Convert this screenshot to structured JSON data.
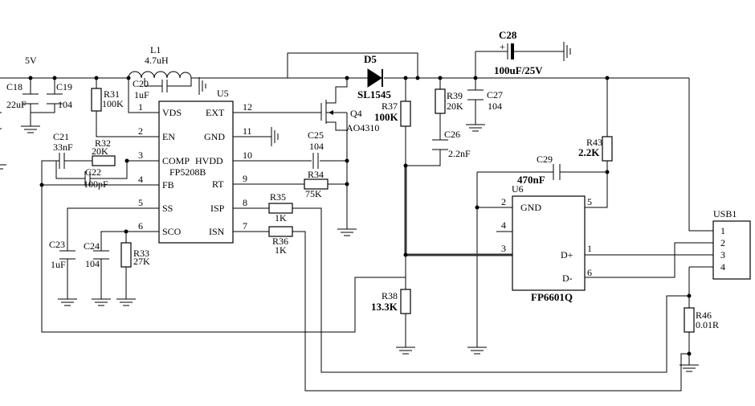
{
  "labels": {
    "v5": "5V",
    "c18": "C18",
    "c18v": "22uF",
    "c19": "C19",
    "c19v": "104",
    "l1": "L1",
    "l1v": "4.7uH",
    "c20": "C20",
    "c20v": "1uF",
    "r31": "R31",
    "r31v": "100K",
    "u5": "U5",
    "u5part": "FP5208B",
    "c21": "C21",
    "c21v": "33nF",
    "r32": "R32",
    "r32v": "20K",
    "c22": "C22",
    "c22v": "100pF",
    "c23": "C23",
    "c23v": "1uF",
    "c24": "C24",
    "c24v": "104",
    "r33": "R33",
    "r33v": "27K",
    "q4": "Q4",
    "q4part": "AO4310",
    "d5": "D5",
    "d5part": "SL1545",
    "c25": "C25",
    "c25v": "104",
    "r34": "R34",
    "r34v": "75K",
    "r35": "R35",
    "r35v": "1K",
    "r36": "R36",
    "r36v": "1K",
    "r37": "R37",
    "r37v": "100K",
    "r38": "R38",
    "r38v": "13.3K",
    "r39": "R39",
    "r39v": "20K",
    "c26": "C26",
    "c26v": "2.2nF",
    "c27": "C27",
    "c27v": "104",
    "c28": "C28",
    "c28v": "100uF/25V",
    "plus": "+",
    "r43": "R43",
    "r43v": "2.2K",
    "c29": "C29",
    "c29v": "470nF",
    "u6": "U6",
    "u6part": "FP6601Q",
    "r46": "R46",
    "r46v": "0.01R",
    "usb1": "USB1"
  },
  "u5_pins": {
    "vds": "VDS",
    "en": "EN",
    "comp": "COMP",
    "fb": "FB",
    "ss": "SS",
    "sco": "SCO",
    "ext": "EXT",
    "gnd": "GND",
    "hvdd": "HVDD",
    "rt": "RT",
    "isp": "ISP",
    "isn": "ISN",
    "n1": "1",
    "n2": "2",
    "n3": "3",
    "n4": "4",
    "n5": "5",
    "n6": "6",
    "n7": "7",
    "n8": "8",
    "n9": "9",
    "n10": "10",
    "n11": "11",
    "n12": "12"
  },
  "u6_pins": {
    "gnd": "GND",
    "dp": "D+",
    "dm": "D-",
    "n1": "1",
    "n2": "2",
    "n3": "3",
    "n4": "4",
    "n5": "5",
    "n6": "6"
  },
  "usb_pins": {
    "n1": "1",
    "n2": "2",
    "n3": "3",
    "n4": "4"
  }
}
